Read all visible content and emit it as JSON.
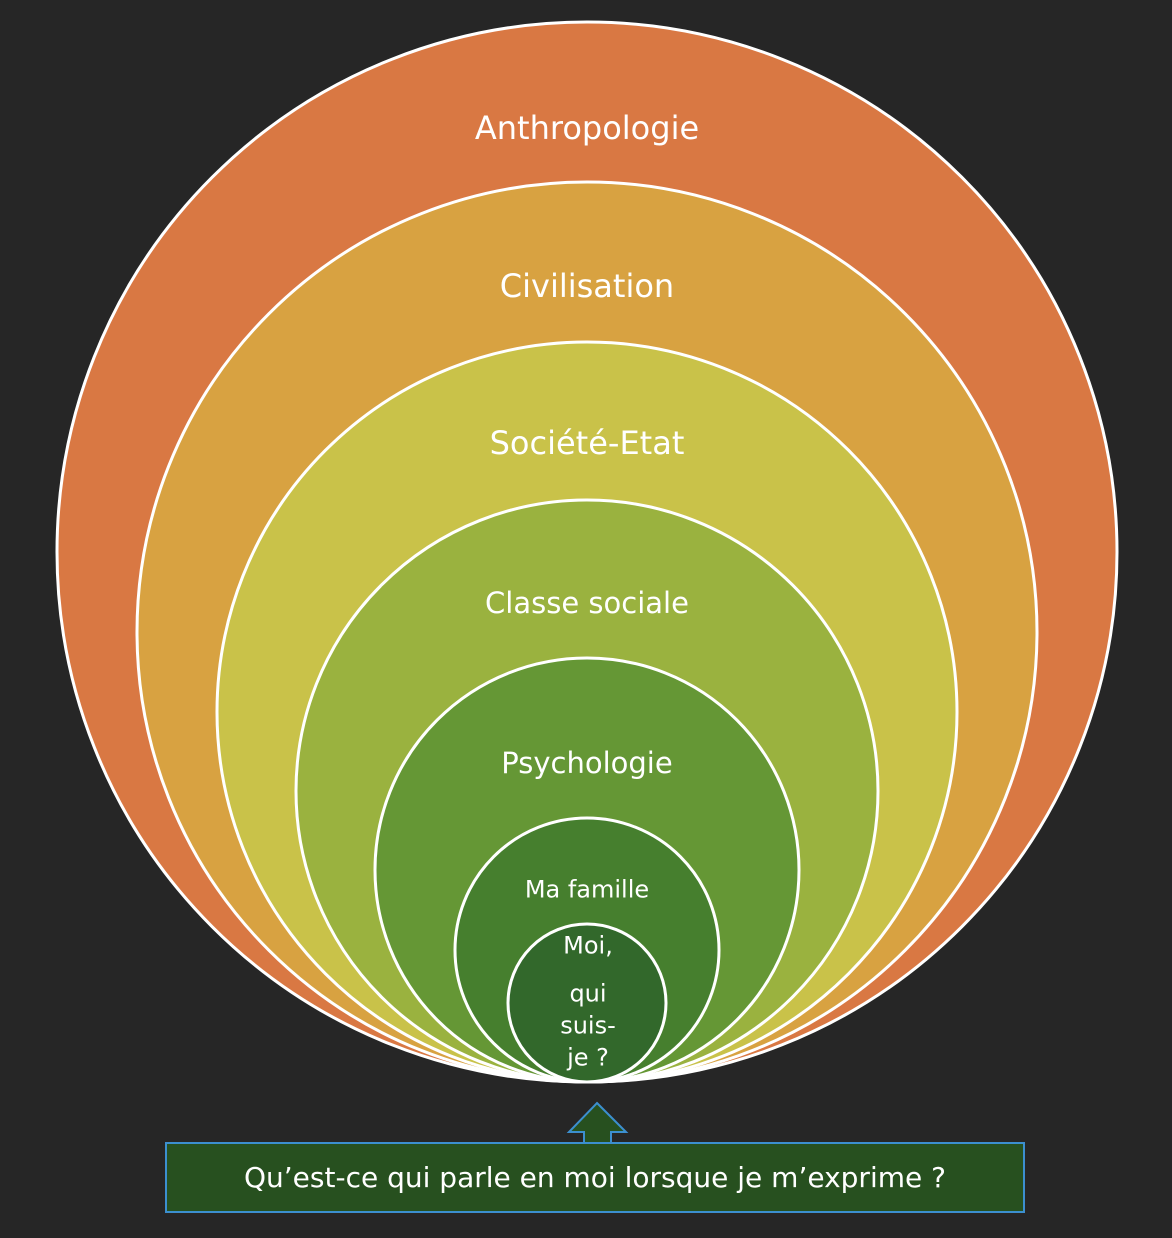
{
  "rings": [
    {
      "label": "Anthropologie",
      "color": "#d97843"
    },
    {
      "label": "Civilisation",
      "color": "#d8a241"
    },
    {
      "label": "Société-Etat",
      "color": "#c9c249"
    },
    {
      "label": "Classe sociale",
      "color": "#9ab23f"
    },
    {
      "label": "Psychologie",
      "color": "#659735"
    },
    {
      "label": "Ma famille",
      "color": "#467f2e"
    },
    {
      "label_lines": [
        "Moi,",
        "qui",
        "suis-",
        "je ?"
      ],
      "color": "#32682b"
    }
  ],
  "question": "Qu’est-ce qui parle en moi lorsque je m’exprime ?",
  "colors": {
    "background": "#262626",
    "box_fill": "#27501f",
    "box_border": "#3c8fcf"
  }
}
